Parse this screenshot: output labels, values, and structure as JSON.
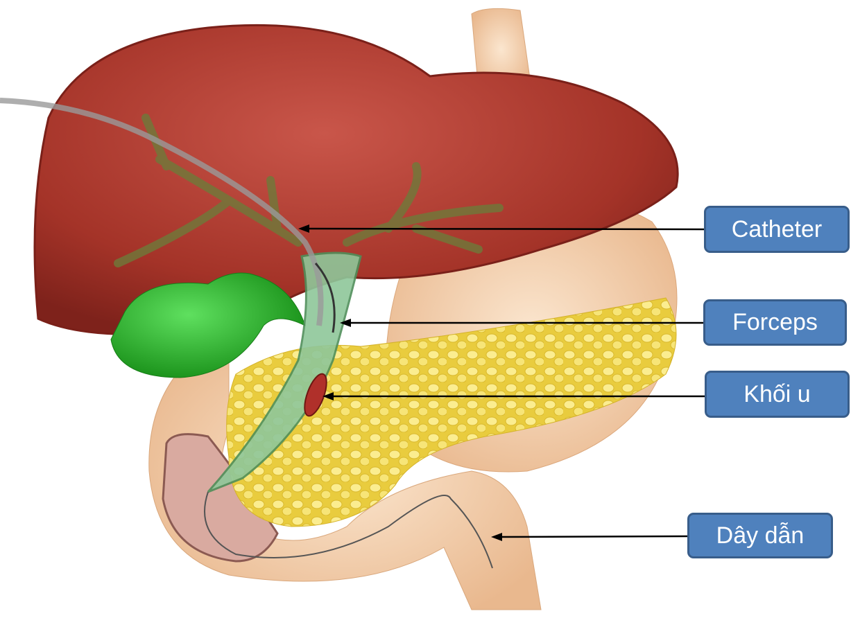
{
  "labels": {
    "catheter": "Catheter",
    "forceps": "Forceps",
    "tumor": "Khối u",
    "guidewire": "Dây dẫn"
  },
  "colors": {
    "label_fill": "#4f81bd",
    "label_border": "#385d8a",
    "liver": "#a93a2f",
    "gallbladder": "#2fb52f",
    "pancreas": "#f0d85a",
    "stomach": "#f3cfa8"
  }
}
